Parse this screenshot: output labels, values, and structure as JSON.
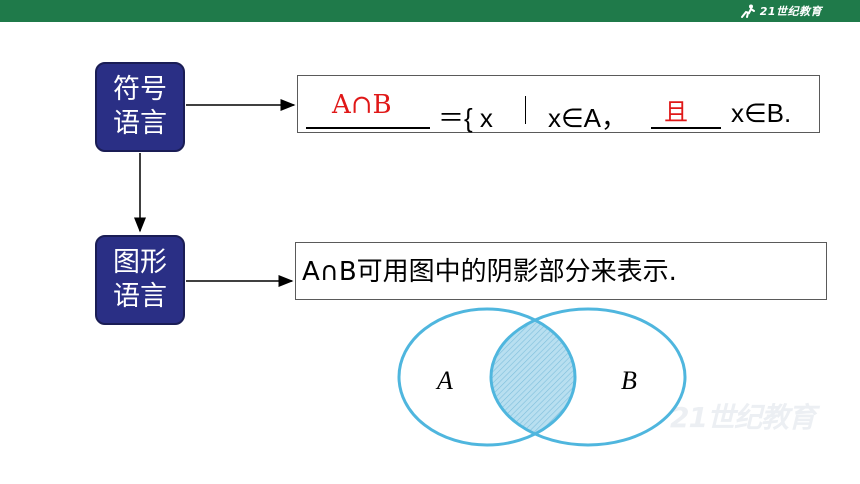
{
  "header": {
    "logo_text": "21世纪教育",
    "bar_color": "#1f7a4a"
  },
  "nodes": {
    "symbol": {
      "line1": "符号",
      "line2": "语言"
    },
    "graphic": {
      "line1": "图形",
      "line2": "语言"
    }
  },
  "symbol_statement": {
    "answer1": "A∩B",
    "equals_open": "＝{ x",
    "condition1": "x∈A，",
    "answer2": "且",
    "condition2": "x∈B."
  },
  "graphic_statement": {
    "text": "A∩B可用图中的阴影部分来表示."
  },
  "venn": {
    "label_a": "A",
    "label_b": "B",
    "circle_color": "#4fb6de",
    "shade_color": "#9fd3e9"
  },
  "colors": {
    "node_fill": "#2a2f85",
    "answer_red": "#e01818"
  }
}
